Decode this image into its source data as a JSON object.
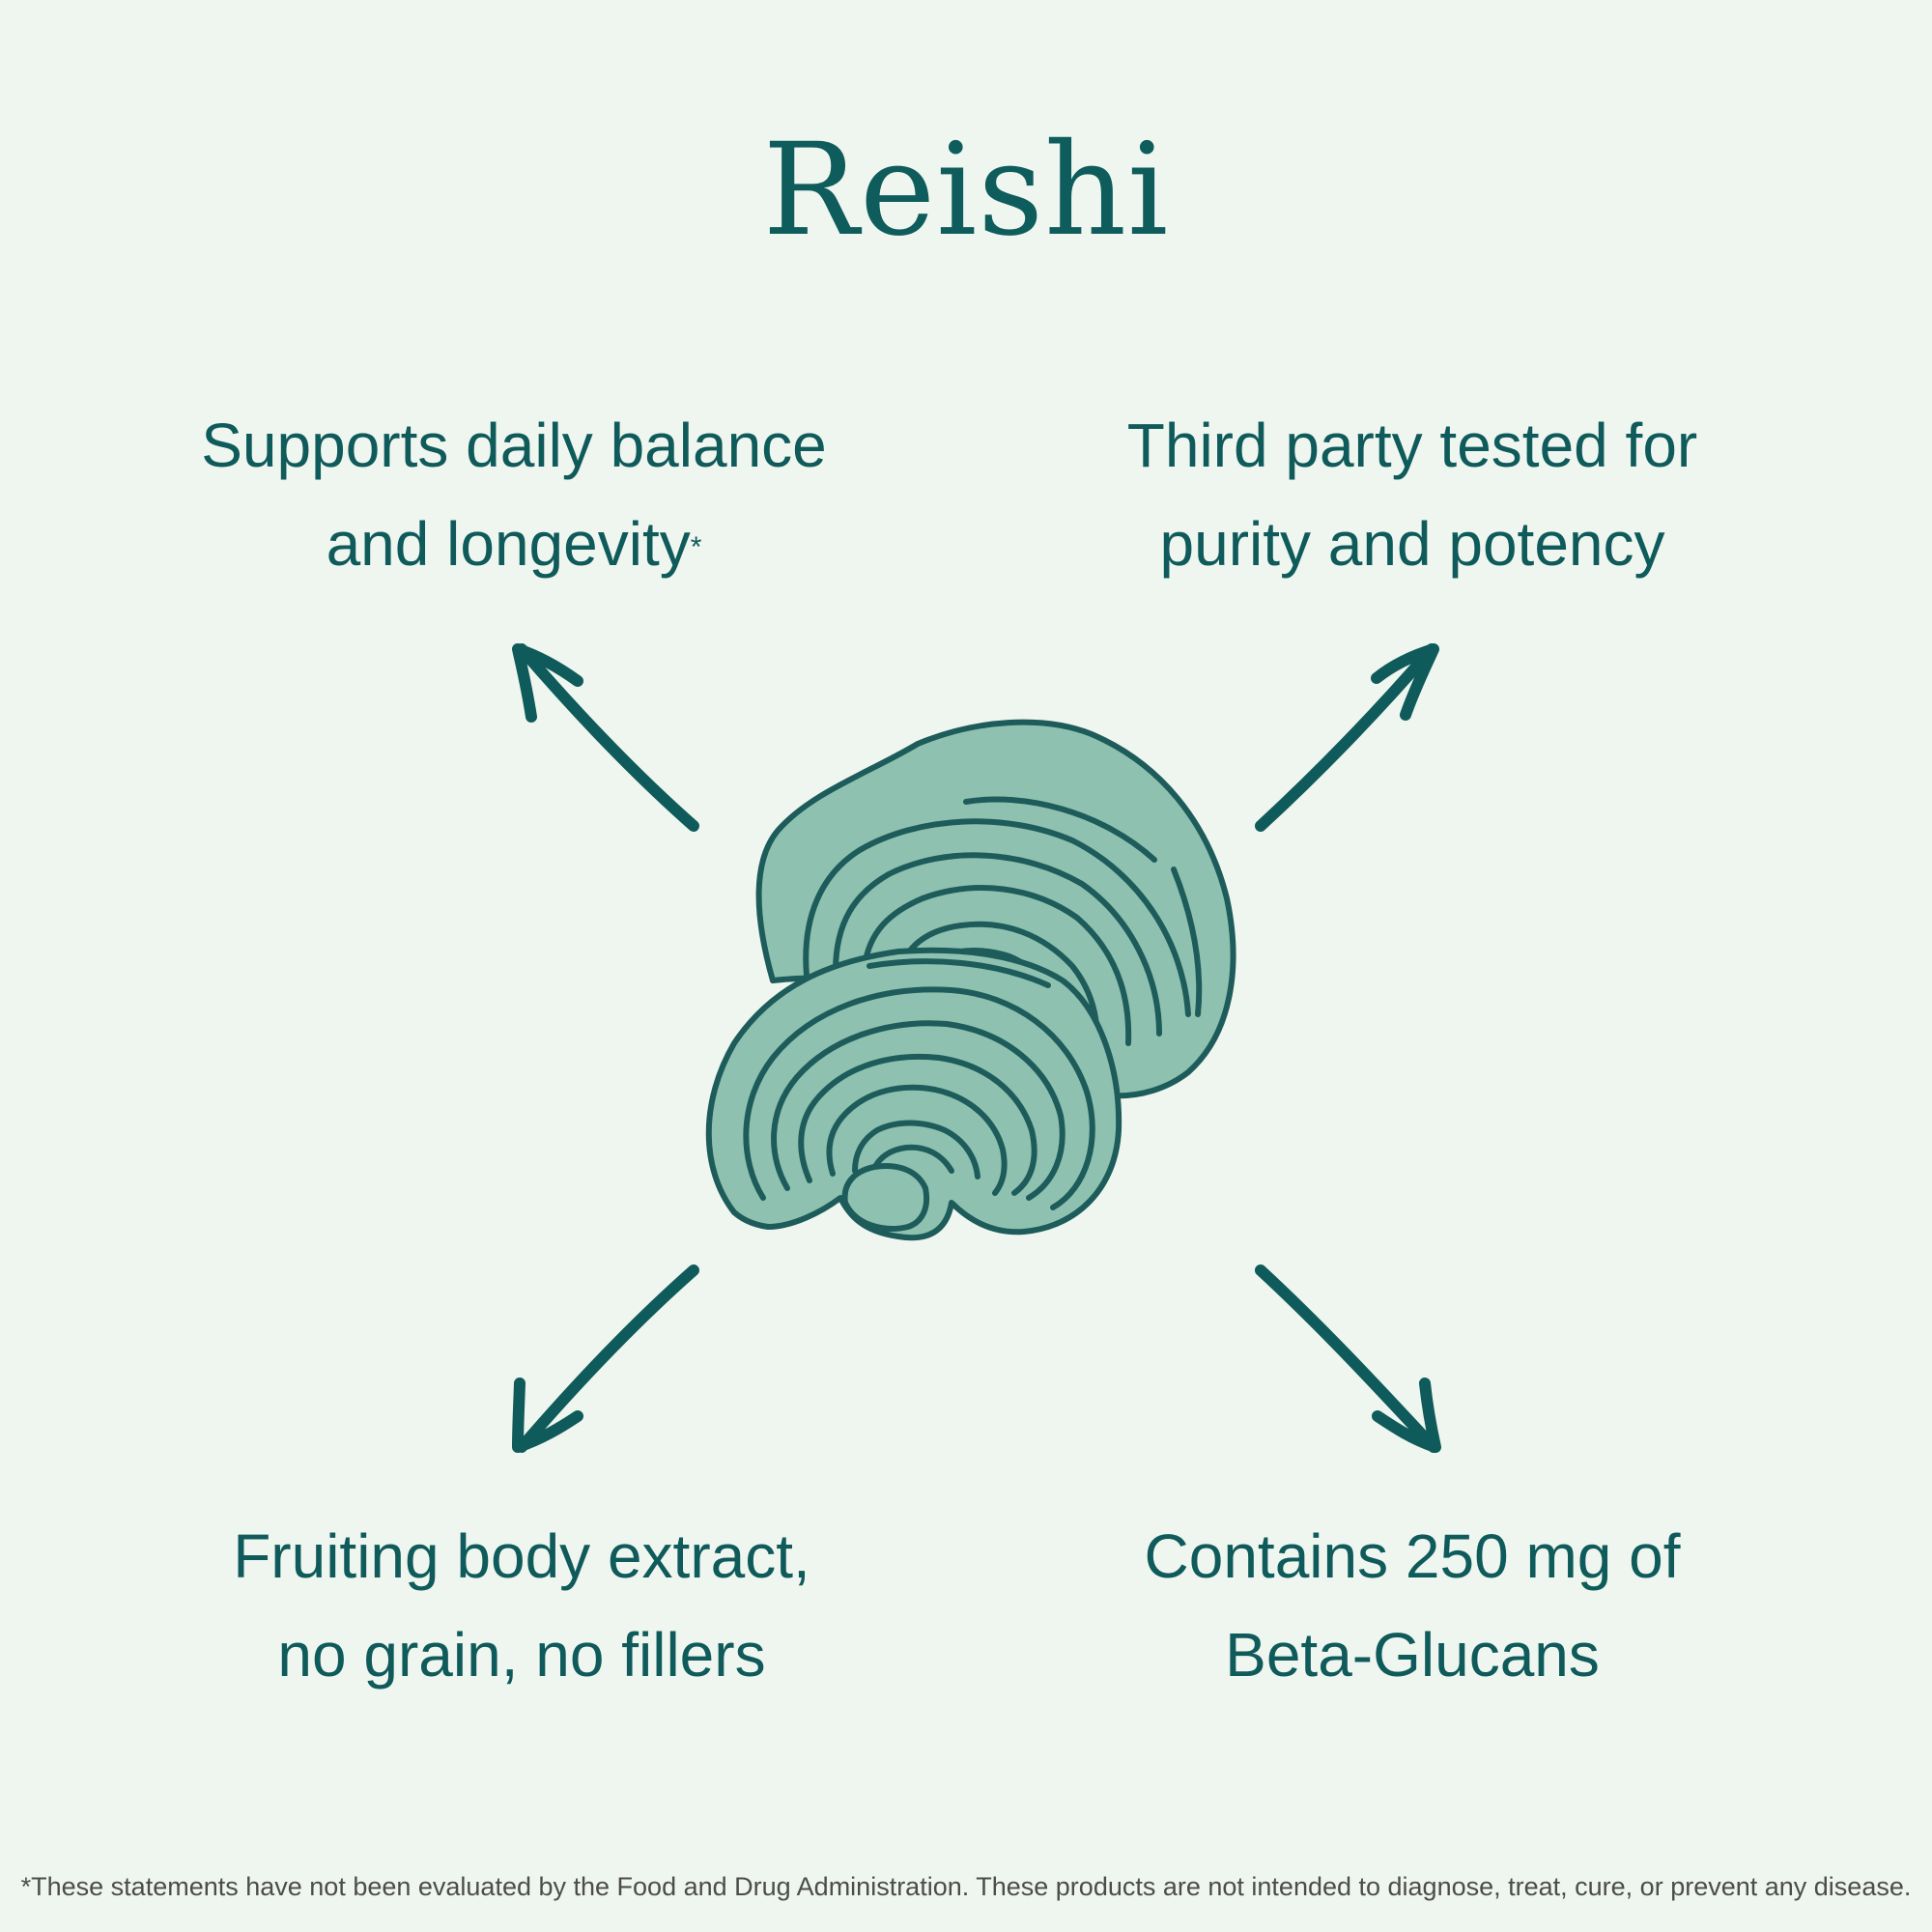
{
  "title": "Reishi",
  "benefits": {
    "top_left": {
      "line1": "Supports daily balance",
      "line2": "and longevity",
      "mark": "*"
    },
    "top_right": {
      "line1": "Third party tested for",
      "line2": "purity and potency"
    },
    "bottom_left": {
      "line1": "Fruiting body extract,",
      "line2": "no grain, no fillers"
    },
    "bottom_right": {
      "line1": "Contains 250 mg of",
      "line2": "Beta-Glucans"
    }
  },
  "illustration": {
    "icon": "reishi-mushroom-icon",
    "fill_color": "#8fc1b0",
    "stroke_color": "#1d5c5a"
  },
  "arrows": {
    "color": "#0f5a5a",
    "directions": [
      "up-left",
      "up-right",
      "down-left",
      "down-right"
    ]
  },
  "colors": {
    "background": "#eff6ef",
    "text": "#0f5a5a",
    "disclaimer": "#4c4c4c"
  },
  "disclaimer": "*These statements have not been evaluated by the Food and Drug Administration. These products are not intended to diagnose, treat, cure, or prevent any disease."
}
